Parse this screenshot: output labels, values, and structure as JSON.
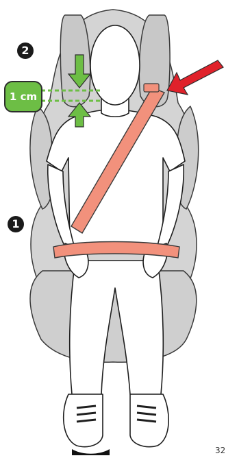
{
  "diagram": {
    "measurement_label": "1 cm",
    "step_markers": [
      "2",
      "1"
    ],
    "page_number": "32",
    "colors": {
      "seat_gray": "#d4d4d4",
      "belt_salmon": "#f2917c",
      "indicator_green": "#6dbe45",
      "arrow_red": "#e0222b"
    }
  }
}
